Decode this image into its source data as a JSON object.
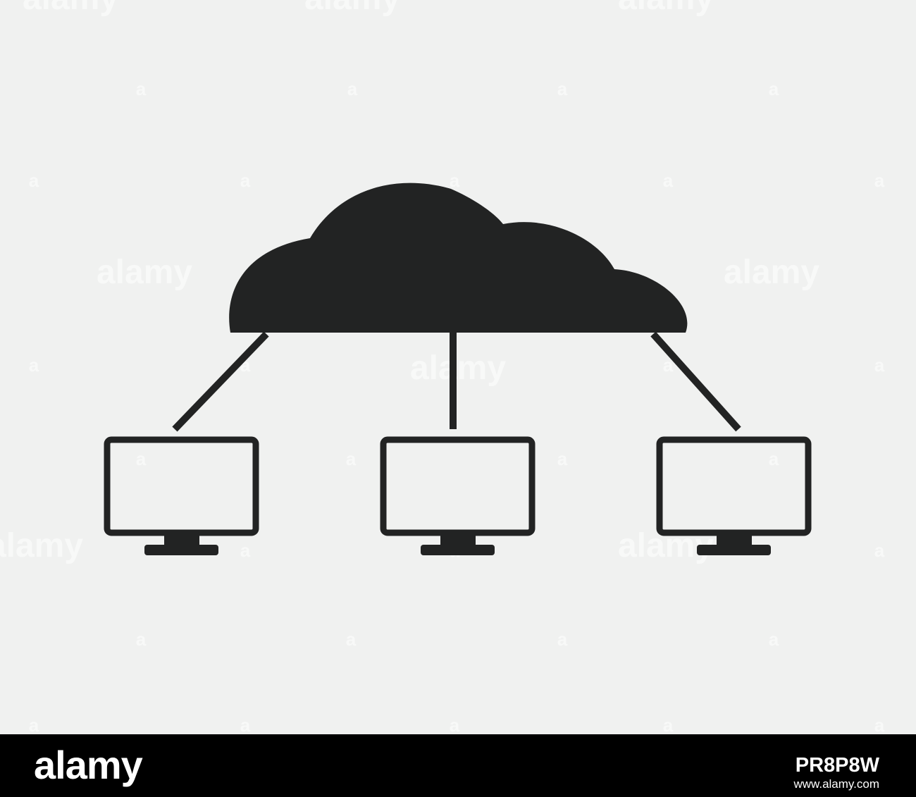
{
  "colors": {
    "background": "#f0f1f0",
    "icon": "#222323",
    "footer_bg": "#000000",
    "footer_text": "#ffffff"
  },
  "diagram": {
    "nodes": [
      {
        "id": "cloud",
        "icon": "cloud-icon"
      },
      {
        "id": "computer-left",
        "icon": "monitor-icon"
      },
      {
        "id": "computer-center",
        "icon": "monitor-icon"
      },
      {
        "id": "computer-right",
        "icon": "monitor-icon"
      }
    ],
    "edges": [
      {
        "from": "cloud",
        "to": "computer-left"
      },
      {
        "from": "cloud",
        "to": "computer-center"
      },
      {
        "from": "cloud",
        "to": "computer-right"
      }
    ]
  },
  "watermark": {
    "text": "alamy",
    "letter": "a"
  },
  "footer": {
    "brand": "alamy",
    "image_id": "PR8P8W",
    "url": "www.alamy.com"
  }
}
